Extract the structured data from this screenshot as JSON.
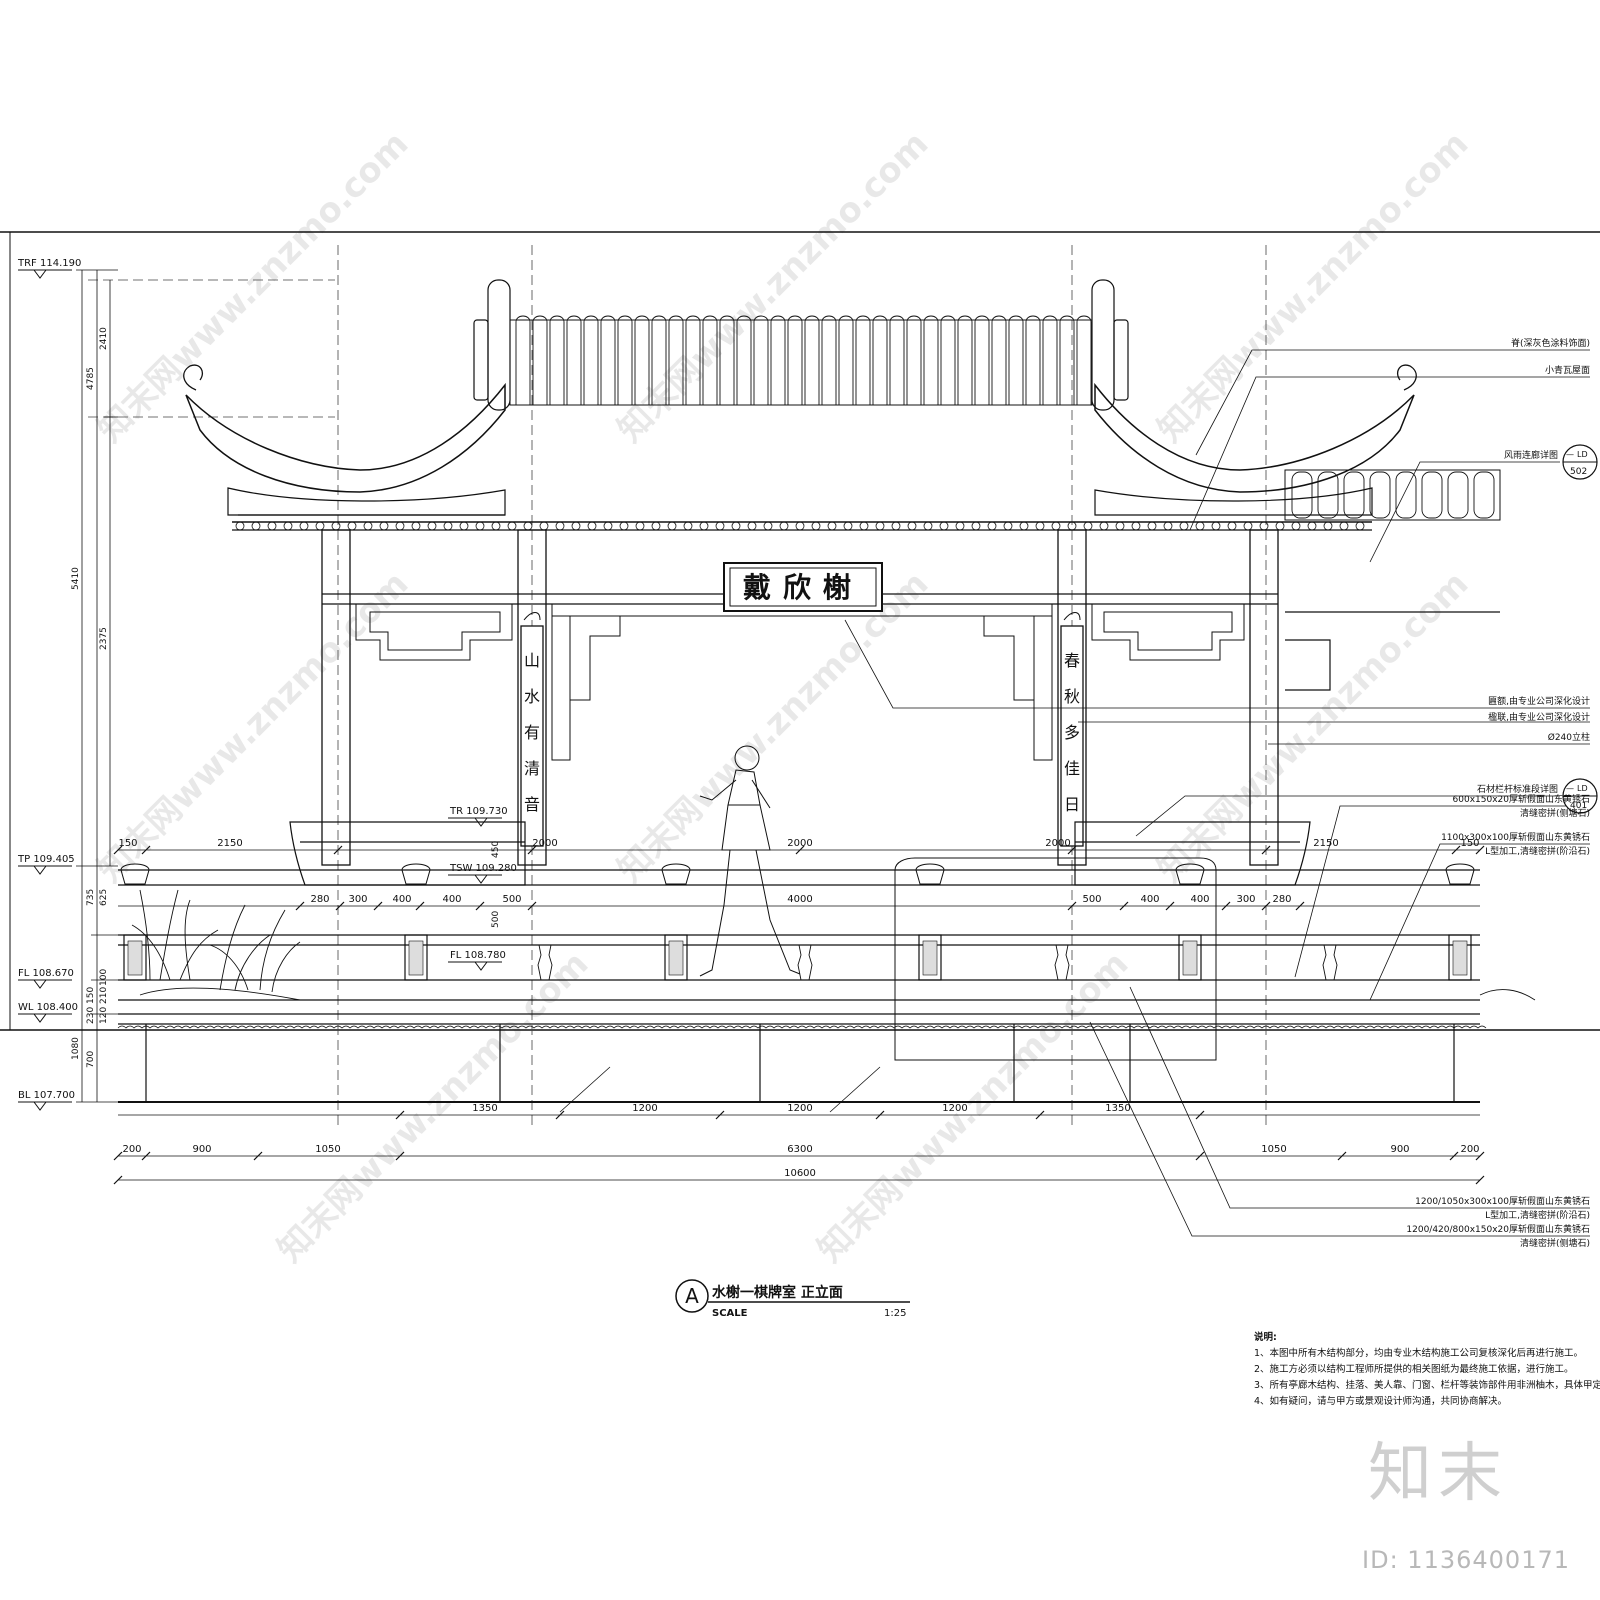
{
  "levels": [
    {
      "label": "TRF 114.190"
    },
    {
      "label": "TP 109.405"
    },
    {
      "label": "FL 108.670"
    },
    {
      "label": "WL 108.400"
    },
    {
      "label": "BL 107.700"
    },
    {
      "label": "TR 109.730"
    },
    {
      "label": "TSW 109.280"
    },
    {
      "label": "FL 108.780"
    }
  ],
  "left_dims": {
    "d5410": "5410",
    "d4785": "4785",
    "d2410": "2410",
    "d2375": "2375",
    "d735": "735",
    "d625": "625",
    "d1080": "1080",
    "d700": "700",
    "d100": "100",
    "d210": "210",
    "d150": "150",
    "d120": "120",
    "d230": "230"
  },
  "inner_dims": {
    "d450": "450",
    "d500": "500"
  },
  "top_dims": {
    "d150a": "150",
    "d2150a": "2150",
    "d2000a": "2000",
    "d2000b": "2000",
    "d2000c": "2000",
    "d2150b": "2150",
    "d150b": "150"
  },
  "rail_dims": {
    "a": "280",
    "b": "300",
    "c": "400",
    "d": "400",
    "e": "500",
    "f": "4000",
    "g": "500",
    "h": "400",
    "i": "400",
    "j": "300",
    "k": "280"
  },
  "bottom_dims_row1": {
    "a": "1350",
    "b": "1200",
    "c": "1200",
    "d": "1200",
    "e": "1350"
  },
  "bottom_dims_row2": {
    "a": "200",
    "b": "900",
    "c": "1050",
    "d": "6300",
    "e": "1050",
    "f": "900",
    "g": "200"
  },
  "bottom_total": "10600",
  "plaque": {
    "text": "戴欣榭"
  },
  "couplets": {
    "left": "山水有清音",
    "right": "春秋多佳日"
  },
  "annotations": {
    "a1": "脊(深灰色涂料饰面)",
    "a2": "小青瓦屋面",
    "a3": "风雨连廊详图",
    "a4": "匾额,由专业公司深化设计",
    "a5": "楹联,由专业公司深化设计",
    "a6": "Ø240立柱",
    "a7": "石材栏杆标准段详图",
    "a8": "600x150x20厚斩假面山东黄锈石",
    "a9": "清缝密拼(侧塘石)",
    "a10": "1100x300x100厚斩假面山东黄锈石",
    "a11": "L型加工,清缝密拼(阶沿石)",
    "a12": "1200/1050x300x100厚斩假面山东黄锈石",
    "a13": "L型加工,清缝密拼(阶沿石)",
    "a14": "1200/420/800x150x20厚斩假面山东黄锈石",
    "a15": "清缝密拼(侧塘石)"
  },
  "refs": {
    "r1_top": "—",
    "r1_tag": "LD",
    "r1_num": "502",
    "r2_top": "—",
    "r2_tag": "LD",
    "r2_num": "401"
  },
  "title_block": {
    "letter": "A",
    "title": "水榭一棋牌室 正立面",
    "scale_label": "SCALE",
    "scale_value": "1:25"
  },
  "notes": {
    "header": "说明:",
    "items": [
      "1、本图中所有木结构部分，均由专业木结构施工公司复核深化后再进行施工。",
      "2、施工方必须以结构工程师所提供的相关图纸为最终施工依据，进行施工。",
      "3、所有亭廊木结构、挂落、美人靠、门窗、栏杆等装饰部件用非洲柚木，具体甲定。",
      "4、如有疑问，请与甲方或景观设计师沟通，共同协商解决。"
    ]
  },
  "watermark": {
    "text": "知末网www.znzmo.com",
    "brand": "知末",
    "id": "ID: 1136400171"
  }
}
